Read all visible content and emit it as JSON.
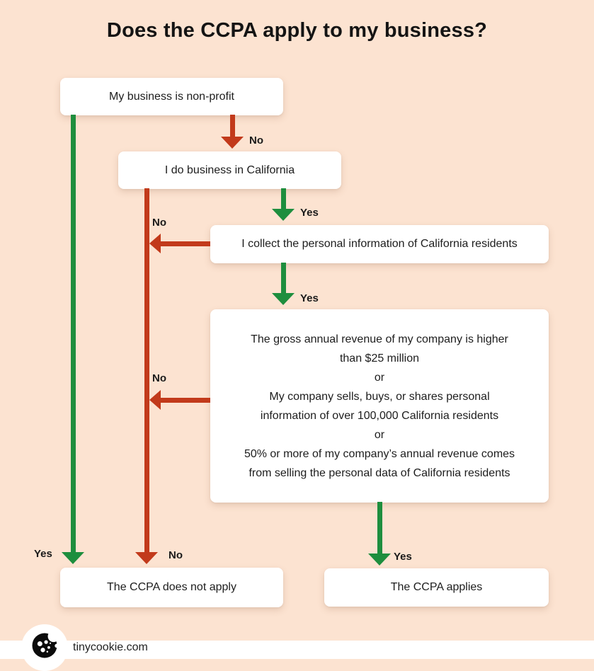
{
  "page": {
    "title": "Does the CCPA apply to my business?"
  },
  "colors": {
    "background": "#fce3d1",
    "node_bg": "#ffffff",
    "yes_green": "#1e8e3e",
    "no_red": "#c23a1b",
    "text": "#1d1d1d"
  },
  "flowchart": {
    "nodes": {
      "nonprofit": {
        "label": "My business is non-profit"
      },
      "california": {
        "label": "I do business in California"
      },
      "collect": {
        "label": "I collect the personal information of California residents"
      },
      "thresholds": {
        "lines": [
          "The gross annual revenue of my company is higher",
          "than $25 million",
          "or",
          "My company sells, buys, or shares personal",
          "information of over 100,000 California residents",
          "or",
          "50% or more of my company’s annual revenue comes",
          "from selling the personal data of California residents"
        ]
      },
      "not_apply": {
        "label": "The CCPA does not apply"
      },
      "applies": {
        "label": "The CCPA applies"
      }
    },
    "edges": {
      "nonprofit_no": {
        "label": "No"
      },
      "nonprofit_yes": {
        "label": "Yes"
      },
      "california_yes": {
        "label": "Yes"
      },
      "california_no": {
        "label": "No"
      },
      "collect_yes": {
        "label": "Yes"
      },
      "collect_no": {
        "label": "No"
      },
      "thresholds_yes": {
        "label": "Yes"
      },
      "thresholds_no": {
        "label": "No"
      }
    }
  },
  "footer": {
    "site": "tinycookie.com",
    "logo": "cookie-icon"
  }
}
